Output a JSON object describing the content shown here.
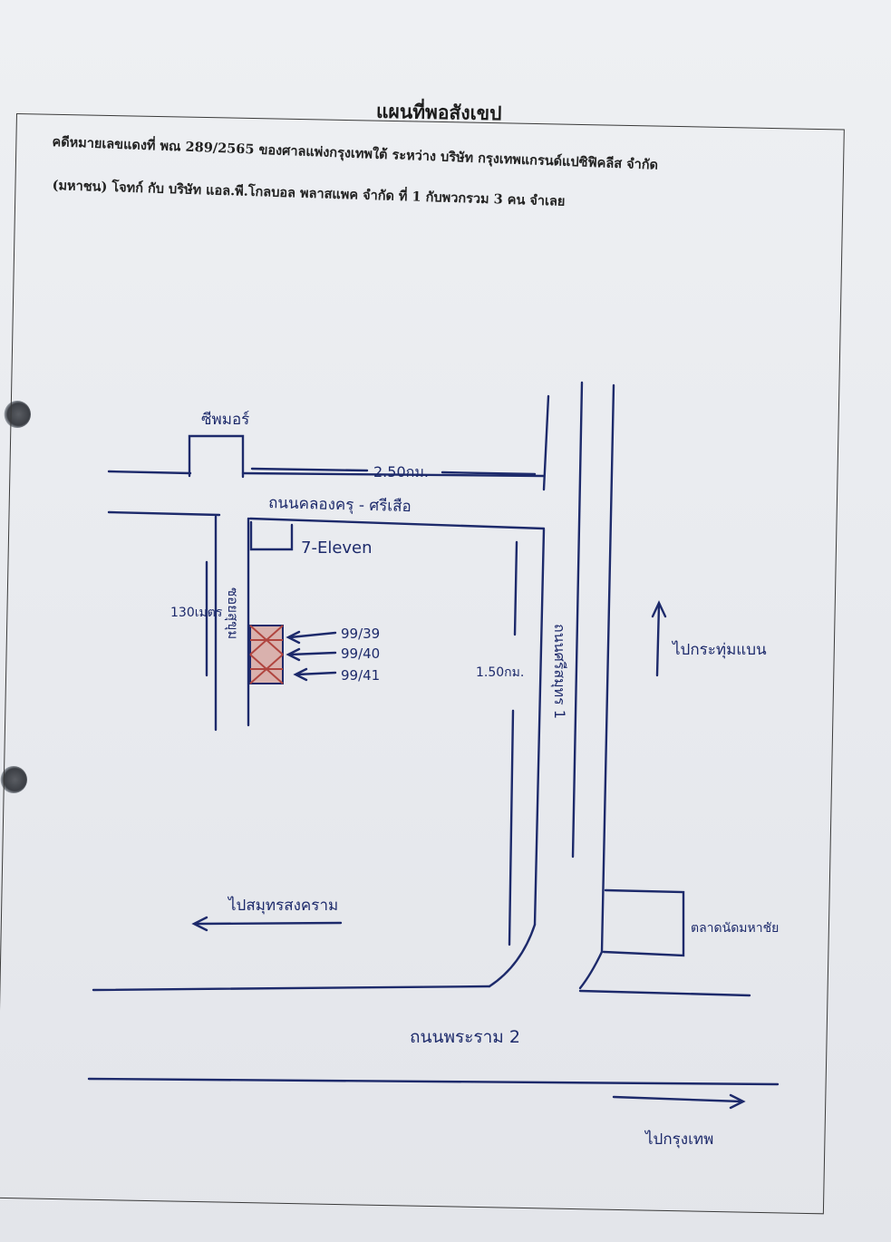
{
  "document": {
    "title": "แผนที่พอสังเขป",
    "case_line_1": "คดีหมายเลขแดงที่ พณ 289/2565 ของศาลแพ่งกรุงเทพใต้ ระหว่าง บริษัท กรุงเทพแกรนด์แปซิฟิคลีส จำกัด",
    "case_line_2": "(มหาชน) โจทก์ กับ บริษัท แอล.พี.โกลบอล พลาสแพค จำกัด ที่ 1 กับพวกรวม 3 คน จำเลย"
  },
  "map": {
    "landmark_top": "ซีพมอร์",
    "distance_top": "2.50กม.",
    "road_top": "ถนนคลองครุ - ศรีเสือ",
    "store": "7-Eleven",
    "soi_label": "ซอยสุขุม",
    "distance_left": "130เมตร",
    "house_numbers": [
      "99/39",
      "99/40",
      "99/41"
    ],
    "distance_right": "1.50กม.",
    "road_vertical": "ถนนศรีสมุทร 1",
    "direction_up": "ไปกระทุ่มแบน",
    "direction_left": "ไปสมุทรสงคราม",
    "market": "ตลาดนัดมหาชัย",
    "road_bottom": "ถนนพระราม 2",
    "direction_right": "ไปกรุงเทพ",
    "ink_color": "#1d2a6b",
    "hatch_color": "#b0453f"
  }
}
